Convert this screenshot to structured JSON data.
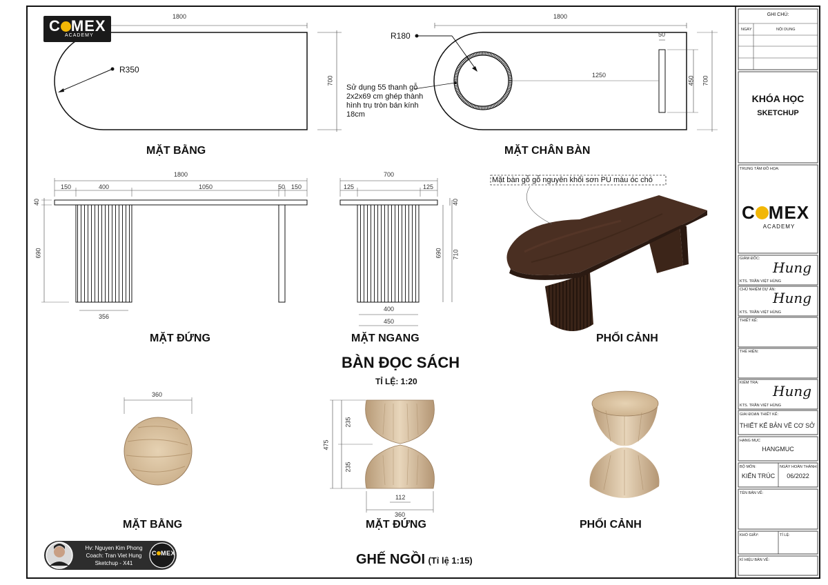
{
  "logo": {
    "word_left": "C",
    "word_right": "MEX",
    "sub": "ACADEMY",
    "accent": "#f2b705"
  },
  "table_plan": {
    "width": "1800",
    "radius": "R350",
    "title": "MẶT BẰNG",
    "depth": "700"
  },
  "table_base": {
    "width": "1800",
    "radius": "R180",
    "slot_width": "50",
    "center_distance": "1250",
    "depth": "700",
    "slot_height": "450",
    "note": [
      "Sử dụng 55 thanh gỗ",
      "2x2x69 cm ghép thành",
      "hình trụ tròn bán kính",
      "18cm"
    ],
    "title": "MẶT CHÂN BÀN"
  },
  "front_elev": {
    "total": "1800",
    "segments": [
      "150",
      "400",
      "1050",
      "50",
      "150"
    ],
    "top_thick": "40",
    "leg_height": "690",
    "base_width": "356",
    "title": "MẶT ĐỨNG"
  },
  "side_elev": {
    "total": "700",
    "left": "125",
    "right": "125",
    "top_thick": "40",
    "leg_h1": "690",
    "leg_h2": "710",
    "inner": "400",
    "outer": "450",
    "title": "MẶT NGANG"
  },
  "perspective": {
    "note": "Mặt bàn gỗ gỗ nguyên khối sơn PU màu óc chó",
    "title": "PHỐI CẢNH"
  },
  "main_title": "BÀN ĐỌC SÁCH",
  "scale": "TỈ LỆ: 1:20",
  "stool": {
    "plan_dim": "360",
    "plan_title": "MẶT BẰNG",
    "height": "475",
    "upper": "235",
    "lower": "235",
    "neck": "112",
    "base": "360",
    "elev_title": "MẶT ĐỨNG",
    "persp_title": "PHỐI CẢNH",
    "title": "GHẾ NGỒI",
    "title_scale": "(Tỉ lệ 1:15)"
  },
  "student": {
    "line1": "Hv: Nguyen Kim Phong",
    "line2": "Coach: Tran Viet Hung",
    "line3": "Sketchup - X41"
  },
  "title_block": {
    "notes_header": "GHI CHÚ:",
    "col_date": "NGÀY",
    "col_content": "NỘI DUNG",
    "course": "KHÓA HỌC",
    "course_sub": "SKETCHUP",
    "center_label": "TRUNG TÂM ĐỒ HỌA:",
    "director_label": "GIÁM ĐỐC:",
    "director_name": "KTS. TRẦN VIỆT HÙNG",
    "pm_label": "CHỦ NHIỆM DỰ ÁN:",
    "pm_name": "KTS. TRẦN VIỆT HÙNG",
    "designer_label": "THIẾT KẾ:",
    "drafter_label": "THỂ HIỆN:",
    "checker_label": "KIỂM TRA:",
    "checker_name": "KTS. TRẦN VIỆT HÙNG",
    "phase_label": "GIAI ĐOẠN THIẾT KẾ:",
    "phase_value": "THIẾT KẾ BẢN VẼ CƠ SỞ",
    "item_label": "HẠNG MỤC",
    "item_value": "HANGMUC",
    "dept_label": "BỘ MÔN:",
    "dept_value": "KIẾN TRÚC",
    "done_label": "NGÀY HOÀN THÀNH:",
    "done_value": "06/2022",
    "drawing_name_label": "TÊN BẢN VẼ:",
    "paper_label": "KHỔ GIẤY:",
    "scale_label": "TỈ LỆ:",
    "code_label": "KÍ HIỆU BẢN VẼ:",
    "signature": "Hung"
  }
}
